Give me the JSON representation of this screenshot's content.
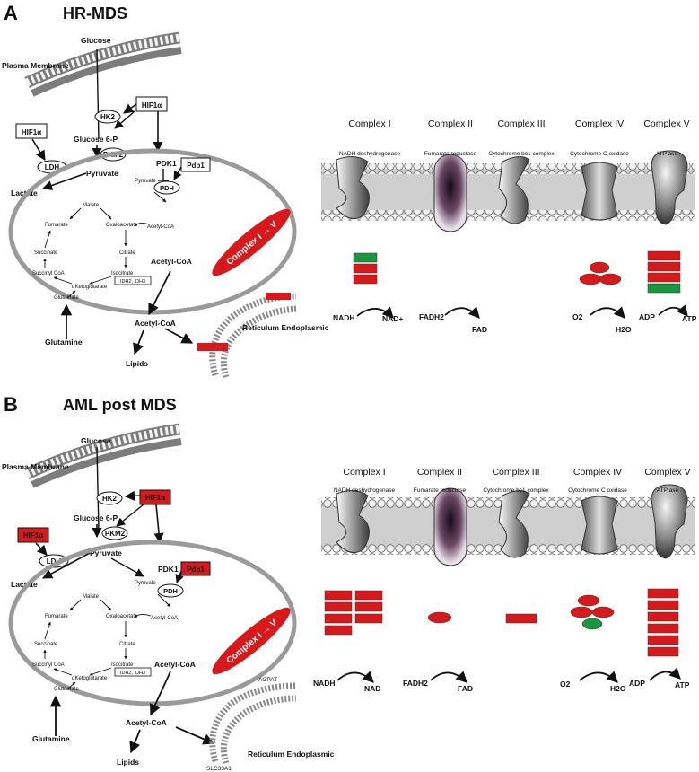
{
  "panels": [
    {
      "letter": "A",
      "title": "HR-MDS",
      "left": {
        "glucose": "Glucose",
        "plasma_membrane": "Plasma Membrane",
        "hk2": "HK2",
        "hif1a_top": "HIF1α",
        "glucose6p": "Glucose 6-P",
        "pkm2": "PKM2",
        "hif1a_left": "HIF1α",
        "pyruvate": "Pyruvate",
        "ldh": "LDH",
        "lactate": "Lactate",
        "pdk1": "PDK1",
        "pdp1": "Pdp1",
        "pyruvate_small": "Pyruvate",
        "pdh": "PDH",
        "malate": "Malate",
        "fumarate": "Fumarate",
        "oxaloacetate": "Oxaloacetate",
        "acetylcoa_small": "Acetyl-CoA",
        "citrate": "Citrate",
        "succinate": "Succinate",
        "isocitrate": "Isocitrate",
        "succinylcoa": "Succinyl CoA",
        "idh": "IDH2, IDH3",
        "ketoglutarate": "αKetoglutarate",
        "glutamate": "Glutamate",
        "acetylcoa_mito": "Acetyl-CoA",
        "complex_arrow": "Complex I → V",
        "glutamine": "Glutamine",
        "acetylcoa_cyto": "Acetyl-CoA",
        "lipids": "Lipids",
        "er": "Reticulum Endoplasmic",
        "er_gene1": "",
        "er_gene2": ""
      },
      "complexes": [
        {
          "name": "Complex I",
          "sub": "NADH deshydrogenase"
        },
        {
          "name": "Complex II",
          "sub": "Fumarate reductase"
        },
        {
          "name": "Complex III",
          "sub": "Cytochrome bc1 complex"
        },
        {
          "name": "Complex IV",
          "sub": "Cytochrome C oxidase"
        },
        {
          "name": "Complex V",
          "sub": "ATP ase"
        }
      ],
      "reactions": [
        {
          "from": "NADH",
          "to": "NAD+"
        },
        {
          "from": "FADH2",
          "to": "FAD"
        },
        {
          "from": "O2",
          "to": "H2O"
        },
        {
          "from": "ADP",
          "to": "ATP"
        }
      ]
    },
    {
      "letter": "B",
      "title": "AML post MDS",
      "left": {
        "glucose": "Glucose",
        "plasma_membrane": "Plasma Membrane",
        "hk2": "HK2",
        "hif1a_top": "HIF1α",
        "glucose6p": "Glucose 6-P",
        "pkm2": "PKM2",
        "hif1a_left": "HIF1α",
        "pyruvate": "Pyruvate",
        "ldh": "LDH",
        "lactate": "Lactate",
        "pdk1": "PDK1",
        "pdp1": "Pdp1",
        "pyruvate_small": "Pyruvate",
        "pdh": "PDH",
        "malate": "Malate",
        "fumarate": "Fumarate",
        "oxaloacetate": "Oxaloacetate",
        "acetylcoa_small": "Acetyl-CoA",
        "citrate": "Citrate",
        "succinate": "Succinate",
        "isocitrate": "Isocitrate",
        "succinylcoa": "Succinyl CoA",
        "idh": "IDH2, IDH3",
        "ketoglutarate": "αKetoglutarate",
        "glutamate": "Glutamate",
        "acetylcoa_mito": "Acetyl-CoA",
        "complex_arrow": "Complex I → V",
        "glutamine": "Glutamine",
        "acetylcoa_cyto": "Acetyl-CoA",
        "lipids": "Lipids",
        "er": "Reticulum Endoplasmic",
        "er_gene1": "AGPAT",
        "er_gene2": "SLC33A1"
      },
      "complexes": [
        {
          "name": "Complex I",
          "sub": "NADH deshydrogenase"
        },
        {
          "name": "Complex II",
          "sub": "Fumarate reductase"
        },
        {
          "name": "Complex III",
          "sub": "Cytochrome bc1 complex"
        },
        {
          "name": "Complex IV",
          "sub": "Cytochrome C oxidase"
        },
        {
          "name": "Complex V",
          "sub": "ATP ase"
        }
      ],
      "reactions": [
        {
          "from": "NADH",
          "to": "NAD"
        },
        {
          "from": "FADH2",
          "to": "FAD"
        },
        {
          "from": "O2",
          "to": "H2O"
        },
        {
          "from": "ADP",
          "to": "ATP"
        }
      ]
    }
  ],
  "colors": {
    "red": "#d7191c",
    "green": "#1a9641",
    "membrane_grey": "#9a9a9a"
  }
}
